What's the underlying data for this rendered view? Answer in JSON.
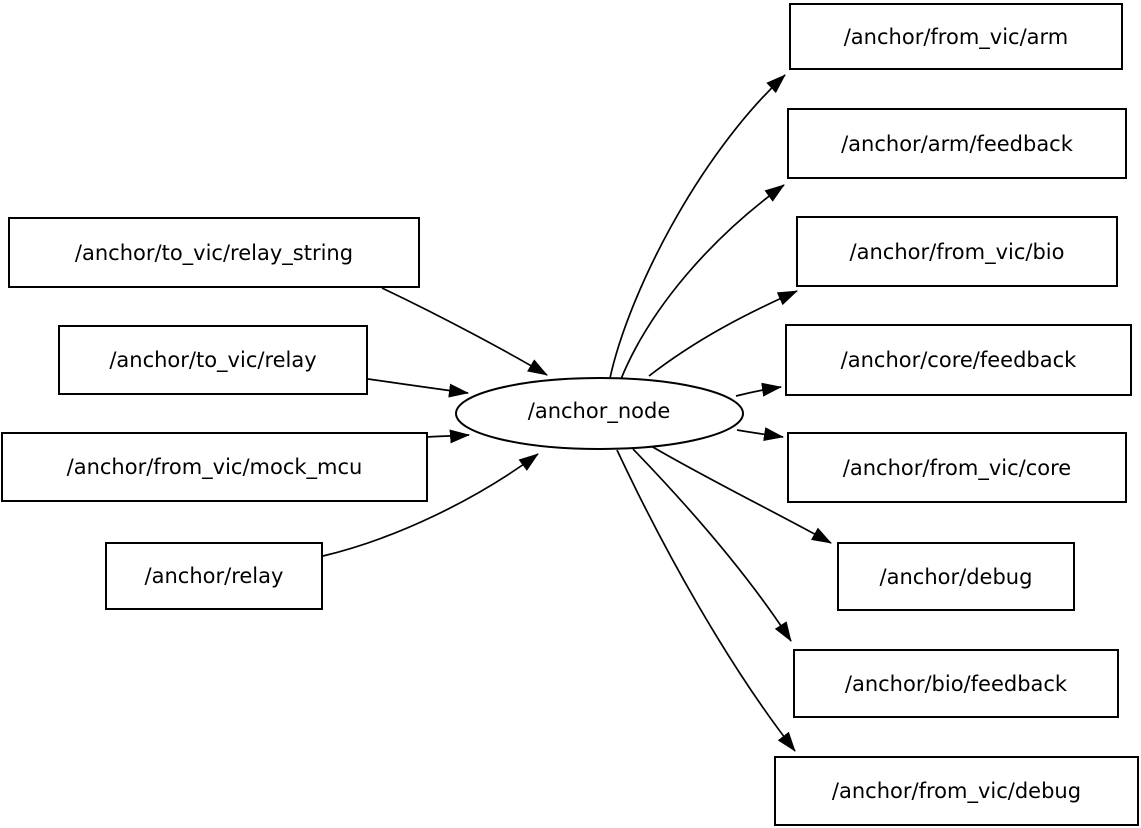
{
  "diagram": {
    "type": "ros-node-graph",
    "background_color": "#ffffff",
    "stroke_color": "#000000",
    "node": {
      "label": "/anchor_node",
      "shape": "ellipse"
    },
    "publishers": [
      {
        "label": "/anchor/to_vic/relay_string"
      },
      {
        "label": "/anchor/to_vic/relay"
      },
      {
        "label": "/anchor/from_vic/mock_mcu"
      },
      {
        "label": "/anchor/relay"
      }
    ],
    "subscribers": [
      {
        "label": "/anchor/from_vic/arm"
      },
      {
        "label": "/anchor/arm/feedback"
      },
      {
        "label": "/anchor/from_vic/bio"
      },
      {
        "label": "/anchor/core/feedback"
      },
      {
        "label": "/anchor/from_vic/core"
      },
      {
        "label": "/anchor/debug"
      },
      {
        "label": "/anchor/bio/feedback"
      },
      {
        "label": "/anchor/from_vic/debug"
      }
    ],
    "edges": [
      {
        "from": "/anchor/to_vic/relay_string",
        "to": "/anchor_node"
      },
      {
        "from": "/anchor/to_vic/relay",
        "to": "/anchor_node"
      },
      {
        "from": "/anchor/from_vic/mock_mcu",
        "to": "/anchor_node"
      },
      {
        "from": "/anchor/relay",
        "to": "/anchor_node"
      },
      {
        "from": "/anchor_node",
        "to": "/anchor/from_vic/arm"
      },
      {
        "from": "/anchor_node",
        "to": "/anchor/arm/feedback"
      },
      {
        "from": "/anchor_node",
        "to": "/anchor/from_vic/bio"
      },
      {
        "from": "/anchor_node",
        "to": "/anchor/core/feedback"
      },
      {
        "from": "/anchor_node",
        "to": "/anchor/from_vic/core"
      },
      {
        "from": "/anchor_node",
        "to": "/anchor/debug"
      },
      {
        "from": "/anchor_node",
        "to": "/anchor/bio/feedback"
      },
      {
        "from": "/anchor_node",
        "to": "/anchor/from_vic/debug"
      }
    ]
  }
}
